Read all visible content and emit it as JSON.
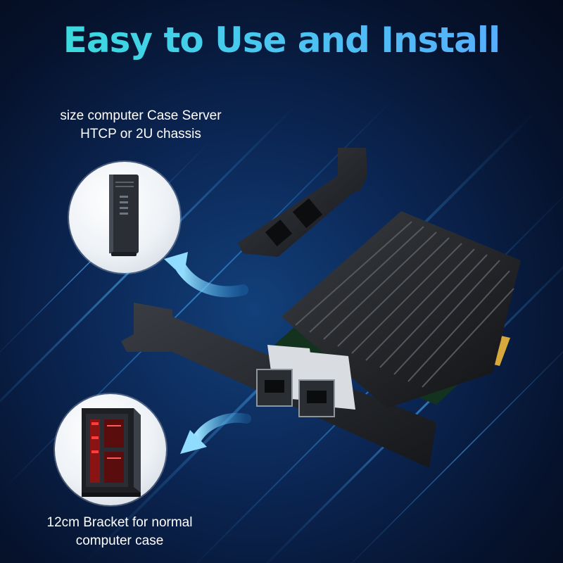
{
  "title": "Easy to Use and Install",
  "captions": {
    "top_line1": "size computer Case Server",
    "top_line2": "HTCP or 2U chassis",
    "bottom_line1": "12cm Bracket for normal",
    "bottom_line2": "computer case"
  },
  "icons": {
    "small_case": "slim-pc-tower",
    "normal_case": "gaming-pc-tower",
    "arrow_up": "curved-arrow-up-left",
    "arrow_down": "curved-arrow-down-left"
  },
  "colors": {
    "title_start": "#35e0d8",
    "title_end": "#5aa8ff",
    "arrow": "#5fc8f5",
    "background": "#0b2654"
  }
}
